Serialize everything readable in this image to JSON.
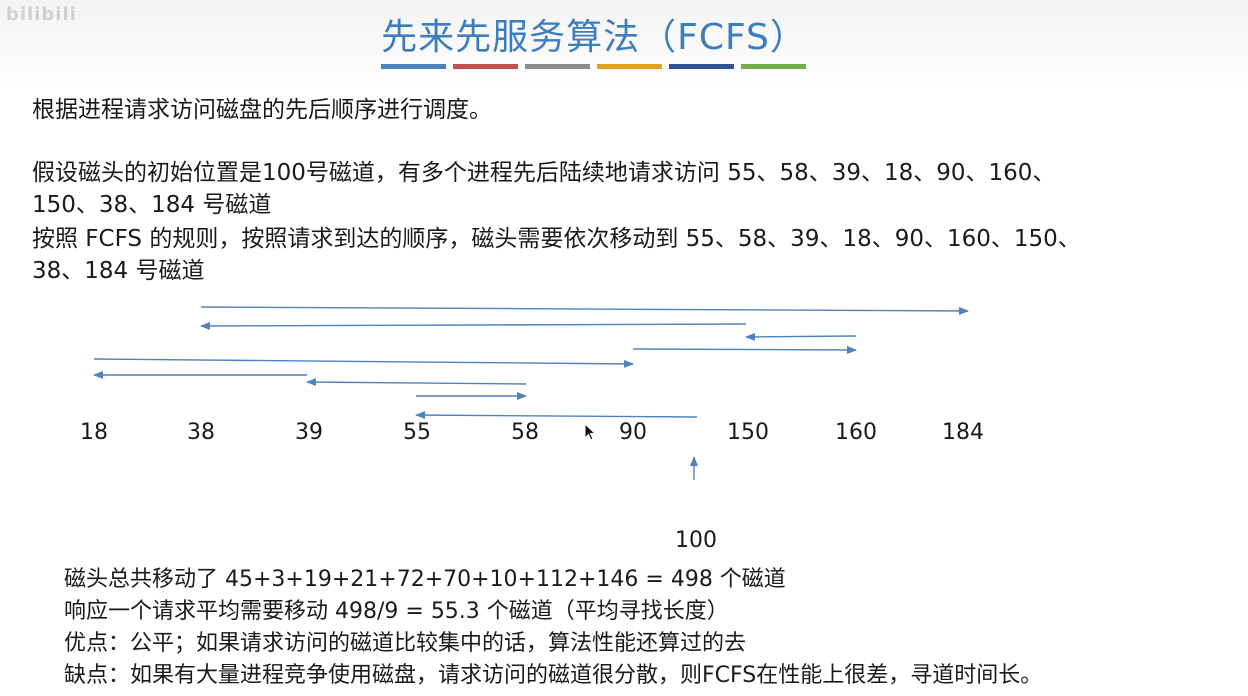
{
  "watermark": "bilibili",
  "title": "先来先服务算法（FCFS）",
  "title_bar_colors": [
    "#4f81bd",
    "#c0504d",
    "#8c8c8c",
    "#e6a020",
    "#2f5597",
    "#70ad47"
  ],
  "intro": "根据进程请求访问磁盘的先后顺序进行调度。",
  "assumption_line1": "假设磁头的初始位置是100号磁道，有多个进程先后陆续地请求访问 55、58、39、18、90、160、",
  "assumption_line2": "150、38、184 号磁道",
  "rule_line1": "按照 FCFS 的规则，按照请求到达的顺序，磁头需要依次移动到 55、58、39、18、90、160、150、",
  "rule_line2": "38、184 号磁道",
  "track_labels": [
    "18",
    "38",
    "39",
    "55",
    "58",
    "90",
    "150",
    "160",
    "184"
  ],
  "initial_head": "100",
  "summary": {
    "total": "磁头总共移动了  45+3+19+21+72+70+10+112+146 = 498  个磁道",
    "average": "响应一个请求平均需要移动 498/9 = 55.3 个磁道（平均寻找长度）",
    "pro": "优点：公平；如果请求访问的磁道比较集中的话，算法性能还算过的去",
    "con": "缺点：如果有大量进程竞争使用磁盘，请求访问的磁道很分散，则FCFS在性能上很差，寻道时间长。"
  }
}
